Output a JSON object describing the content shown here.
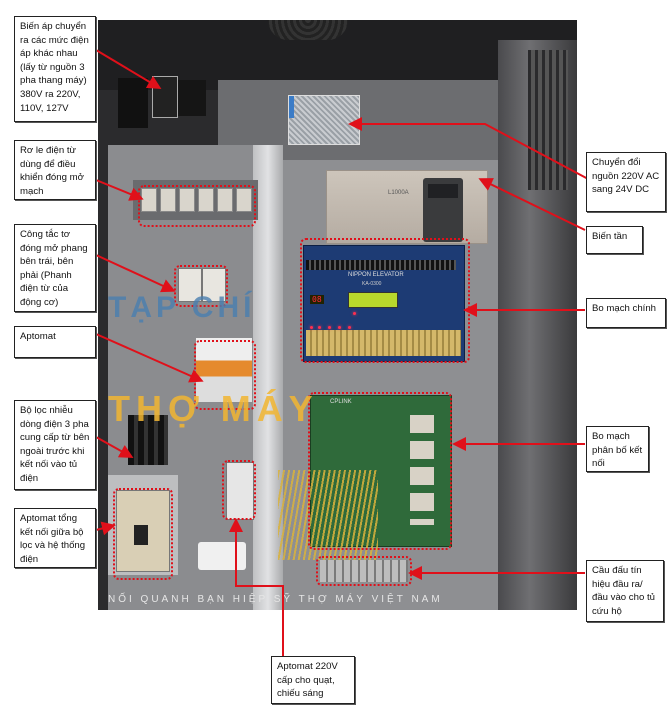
{
  "figure": {
    "annotations": {
      "transformer": "Biến áp chuyển ra các mức điện áp khác nhau (lấy từ nguồn 3 pha thang máy) 380V ra 220V, 110V, 127V",
      "relay": "Rơ le điện từ dùng để điều khiển đóng mở mạch",
      "contactor": "Công tắc tơ đóng mở phang bên trái, bên phải (Phanh điện từ của động cơ)",
      "aptomat": "Aptomat",
      "filter": "Bộ lọc nhiễu dòng điện 3 pha cung cấp từ bên ngoài trước khi kết nối vào tủ điện",
      "main_breaker": "Aptomat tổng kết nối giữa bộ lọc và hệ thống điện",
      "power_supply": "Chuyển đổi nguồn 220V AC sang 24V DC",
      "inverter": "Biến tần",
      "main_board": "Bo mạch chính",
      "distribution_board": "Bo mạch phân bố kết nối",
      "terminal_block": "Cầu đấu tín hiệu đầu ra/ đầu vào cho tủ cứu hộ",
      "fan_light_breaker": "Aptomat 220V cấp cho quạt, chiếu sáng"
    },
    "photo_text": {
      "main_board_brand": "NIPPON ELEVATOR",
      "main_board_model": "KA-0300",
      "seven_segment": "08",
      "inverter_model": "L1000A",
      "distribution_board_name": "CPLINK"
    },
    "watermark": {
      "line1": "TẠP CHÍ",
      "line2": "THỢ MÁY",
      "line3": "NỐI QUANH BẠN HIỆP SỸ THỢ MÁY VIỆT NAM"
    },
    "colors": {
      "annotation_arrow": "#e0101a",
      "watermark_blue": "#4a7fb0",
      "watermark_gold": "#f2b632"
    }
  }
}
